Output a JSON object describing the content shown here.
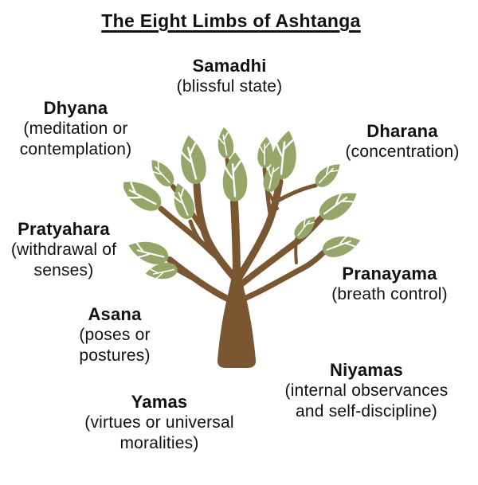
{
  "title": "The Eight Limbs of Ashtanga",
  "limbs": [
    {
      "name": "Samadhi",
      "desc": "(blissful state)"
    },
    {
      "name": "Dhyana",
      "desc": "(meditation or\ncontemplation)"
    },
    {
      "name": "Dharana",
      "desc": "(concentration)"
    },
    {
      "name": "Pratyahara",
      "desc": "(withdrawal of\nsenses)"
    },
    {
      "name": "Pranayama",
      "desc": "(breath control)"
    },
    {
      "name": "Asana",
      "desc": "(poses or\npostures)"
    },
    {
      "name": "Niyamas",
      "desc": "(internal observances\nand self-discipline)"
    },
    {
      "name": "Yamas",
      "desc": "(virtues or universal\nmoralities)"
    }
  ],
  "colors": {
    "leaf": "#96A568",
    "trunk": "#7A5730",
    "vein": "#FFFFFF",
    "text": "#111111",
    "background": "#FFFFFF"
  }
}
